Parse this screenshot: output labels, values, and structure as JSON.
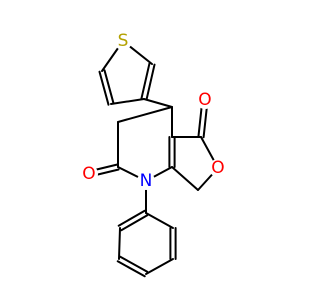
{
  "molecule": {
    "atoms": {
      "S": {
        "symbol": "S",
        "color": "#b3a100"
      },
      "O_carbonyl_top": {
        "symbol": "O",
        "color": "#ff0000"
      },
      "O_ring": {
        "symbol": "O",
        "color": "#ff0000"
      },
      "O_carbonyl_left": {
        "symbol": "O",
        "color": "#ff0000"
      },
      "N": {
        "symbol": "N",
        "color": "#0000ff"
      }
    },
    "bond_color": "#000000"
  }
}
